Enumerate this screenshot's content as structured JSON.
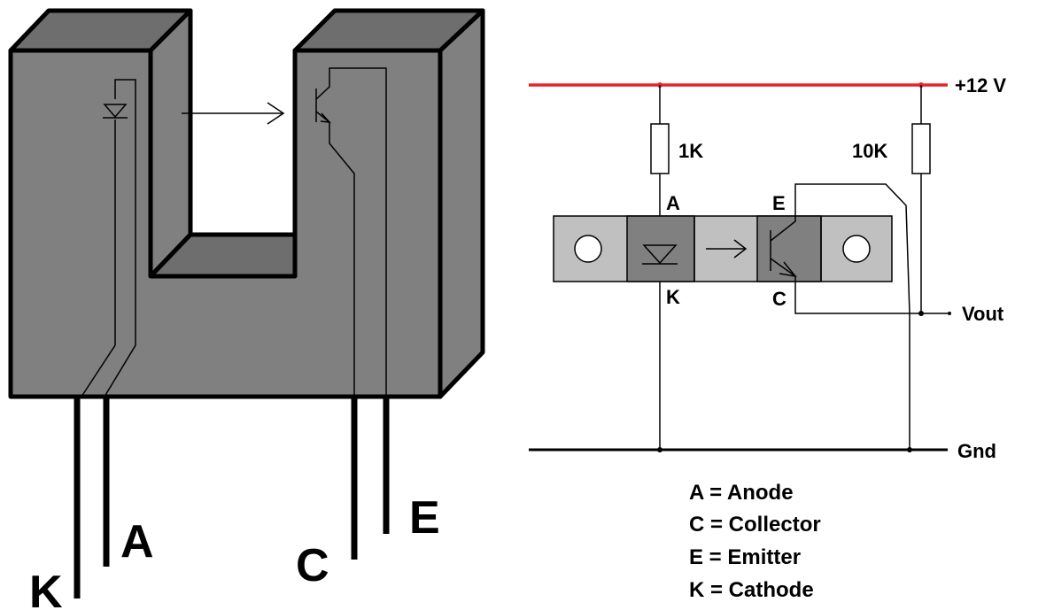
{
  "colors": {
    "housing_front": "#808080",
    "housing_top": "#6e6e6e",
    "housing_side": "#808080",
    "strip_light": "#c0c0c0",
    "strip_dark": "#808080",
    "supply_line": "#e8232a",
    "ground_line": "#000000"
  },
  "pins": {
    "k": "K",
    "a": "A",
    "c": "C",
    "e": "E"
  },
  "circuit": {
    "supply": "+12 V",
    "ground": "Gnd",
    "output": "Vout",
    "r1": "1K",
    "r2": "10K",
    "node_a": "A",
    "node_k": "K",
    "node_e": "E",
    "node_c": "C"
  },
  "legend": [
    "A = Anode",
    "C = Collector",
    "E = Emitter",
    "K = Cathode"
  ],
  "icons": {
    "emitter": "led-diode-icon",
    "receiver": "phototransistor-icon",
    "beam": "arrow-right-icon"
  }
}
